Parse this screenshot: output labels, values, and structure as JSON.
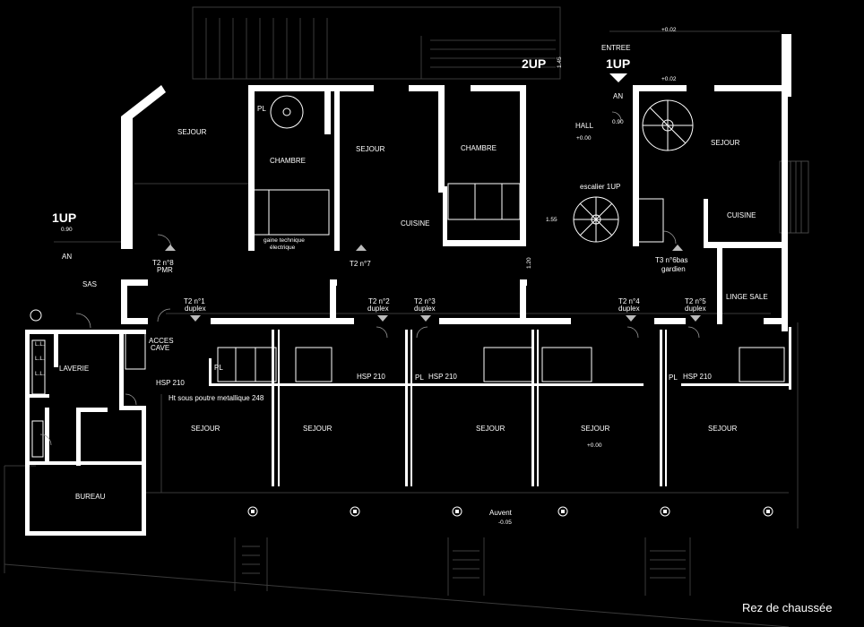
{
  "plan": {
    "title": "Rez de chaussée",
    "levels": {
      "entree": "ENTREE",
      "up_2": "2UP",
      "up_1_top": "1UP",
      "up_1_left": "1UP",
      "lvl_145": "1.45",
      "lvl_090_left": "0.90",
      "lvl_090_right": "0.90",
      "lvl_top_1": "+0.02",
      "lvl_top_2": "+0.02",
      "lvl_hall": "+0.00",
      "lvl_sejour": "+0.00",
      "lvl_auvent": "-0.05",
      "lvl_155": "1.55",
      "lvl_120": "1.20"
    },
    "rooms": {
      "sejour_1": "SEJOUR",
      "chambre_1": "CHAMBRE",
      "pl_top": "PL",
      "sejour_2": "SEJOUR",
      "chambre_2": "CHAMBRE",
      "cuisine_1": "CUISINE",
      "gaine_1": "gaine technique",
      "gaine_2": "électrique",
      "hall": "HALL",
      "escalier": "escalier 1UP",
      "an_top": "AN",
      "sejour_3": "SEJOUR",
      "cuisine_2": "CUISINE",
      "an_left": "AN",
      "sas": "SAS",
      "t2_8": "T2  n°8",
      "pmr": "PMR",
      "t2_7": "T2 n°7",
      "t3_6": "T3 n°6bas",
      "gardien": "gardien",
      "linge_sale": "LINGE SALE",
      "t2_1": "T2 n°1",
      "duplex_1": "duplex",
      "t2_2": "T2 n°2",
      "duplex_2": "duplex",
      "t2_3": "T2 n°3",
      "duplex_3": "duplex",
      "t2_4": "T2 n°4",
      "duplex_4": "duplex",
      "t2_5": "T2 n°5",
      "duplex_5": "duplex",
      "ll_1": "L.L.",
      "ll_2": "L.L.",
      "ll_3": "L.L.",
      "laverie": "LAVERIE",
      "acces_1": "ACCES",
      "acces_2": "CAVE",
      "hsp_1": "HSP 210",
      "ht_poutre": "Ht sous poutre metallique 248",
      "pl_1": "PL",
      "hsp_2": "HSP 210",
      "pl_2": "PL",
      "hsp_3": "HSP 210",
      "pl_3": "PL",
      "hsp_4": "HSP 210",
      "sejour_b1": "SEJOUR",
      "sejour_b2": "SEJOUR",
      "sejour_b3": "SEJOUR",
      "sejour_b4": "SEJOUR",
      "sejour_b5": "SEJOUR",
      "bureau": "BUREAU",
      "auvent": "Auvent"
    }
  }
}
